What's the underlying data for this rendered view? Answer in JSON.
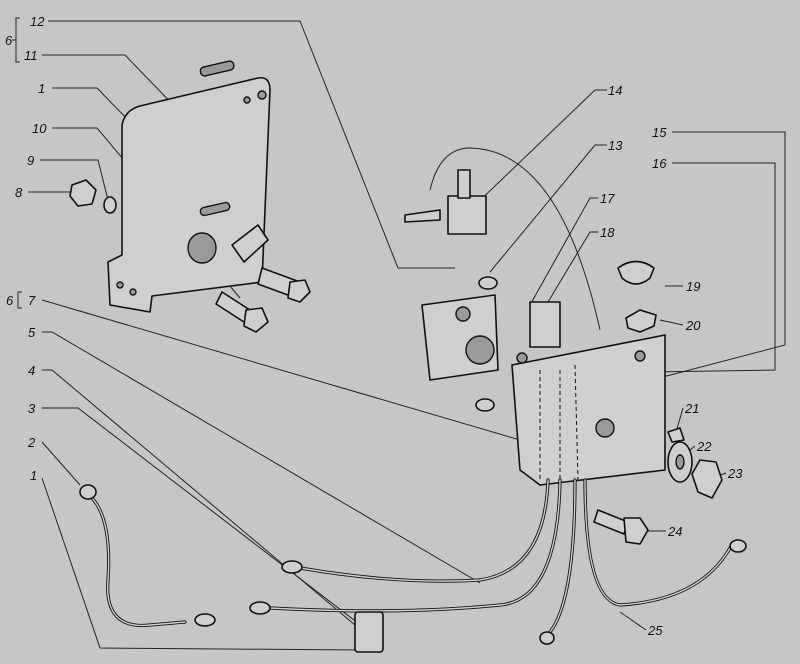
{
  "diagram": {
    "background": "#c6c6c6",
    "callouts": {
      "group6_top": "6",
      "c12": "12",
      "c11": "11",
      "c1_top": "1",
      "c10": "10",
      "c9": "9",
      "c8": "8",
      "c14": "14",
      "c13": "13",
      "c15": "15",
      "c16": "16",
      "c17": "17",
      "c18": "18",
      "c19": "19",
      "c20": "20",
      "group6_mid": "6",
      "c7": "7",
      "c5": "5",
      "c4": "4",
      "c3": "3",
      "c2": "2",
      "c1_bottom": "1",
      "c21": "21",
      "c22": "22",
      "c23": "23",
      "c24": "24",
      "c25": "25"
    }
  }
}
